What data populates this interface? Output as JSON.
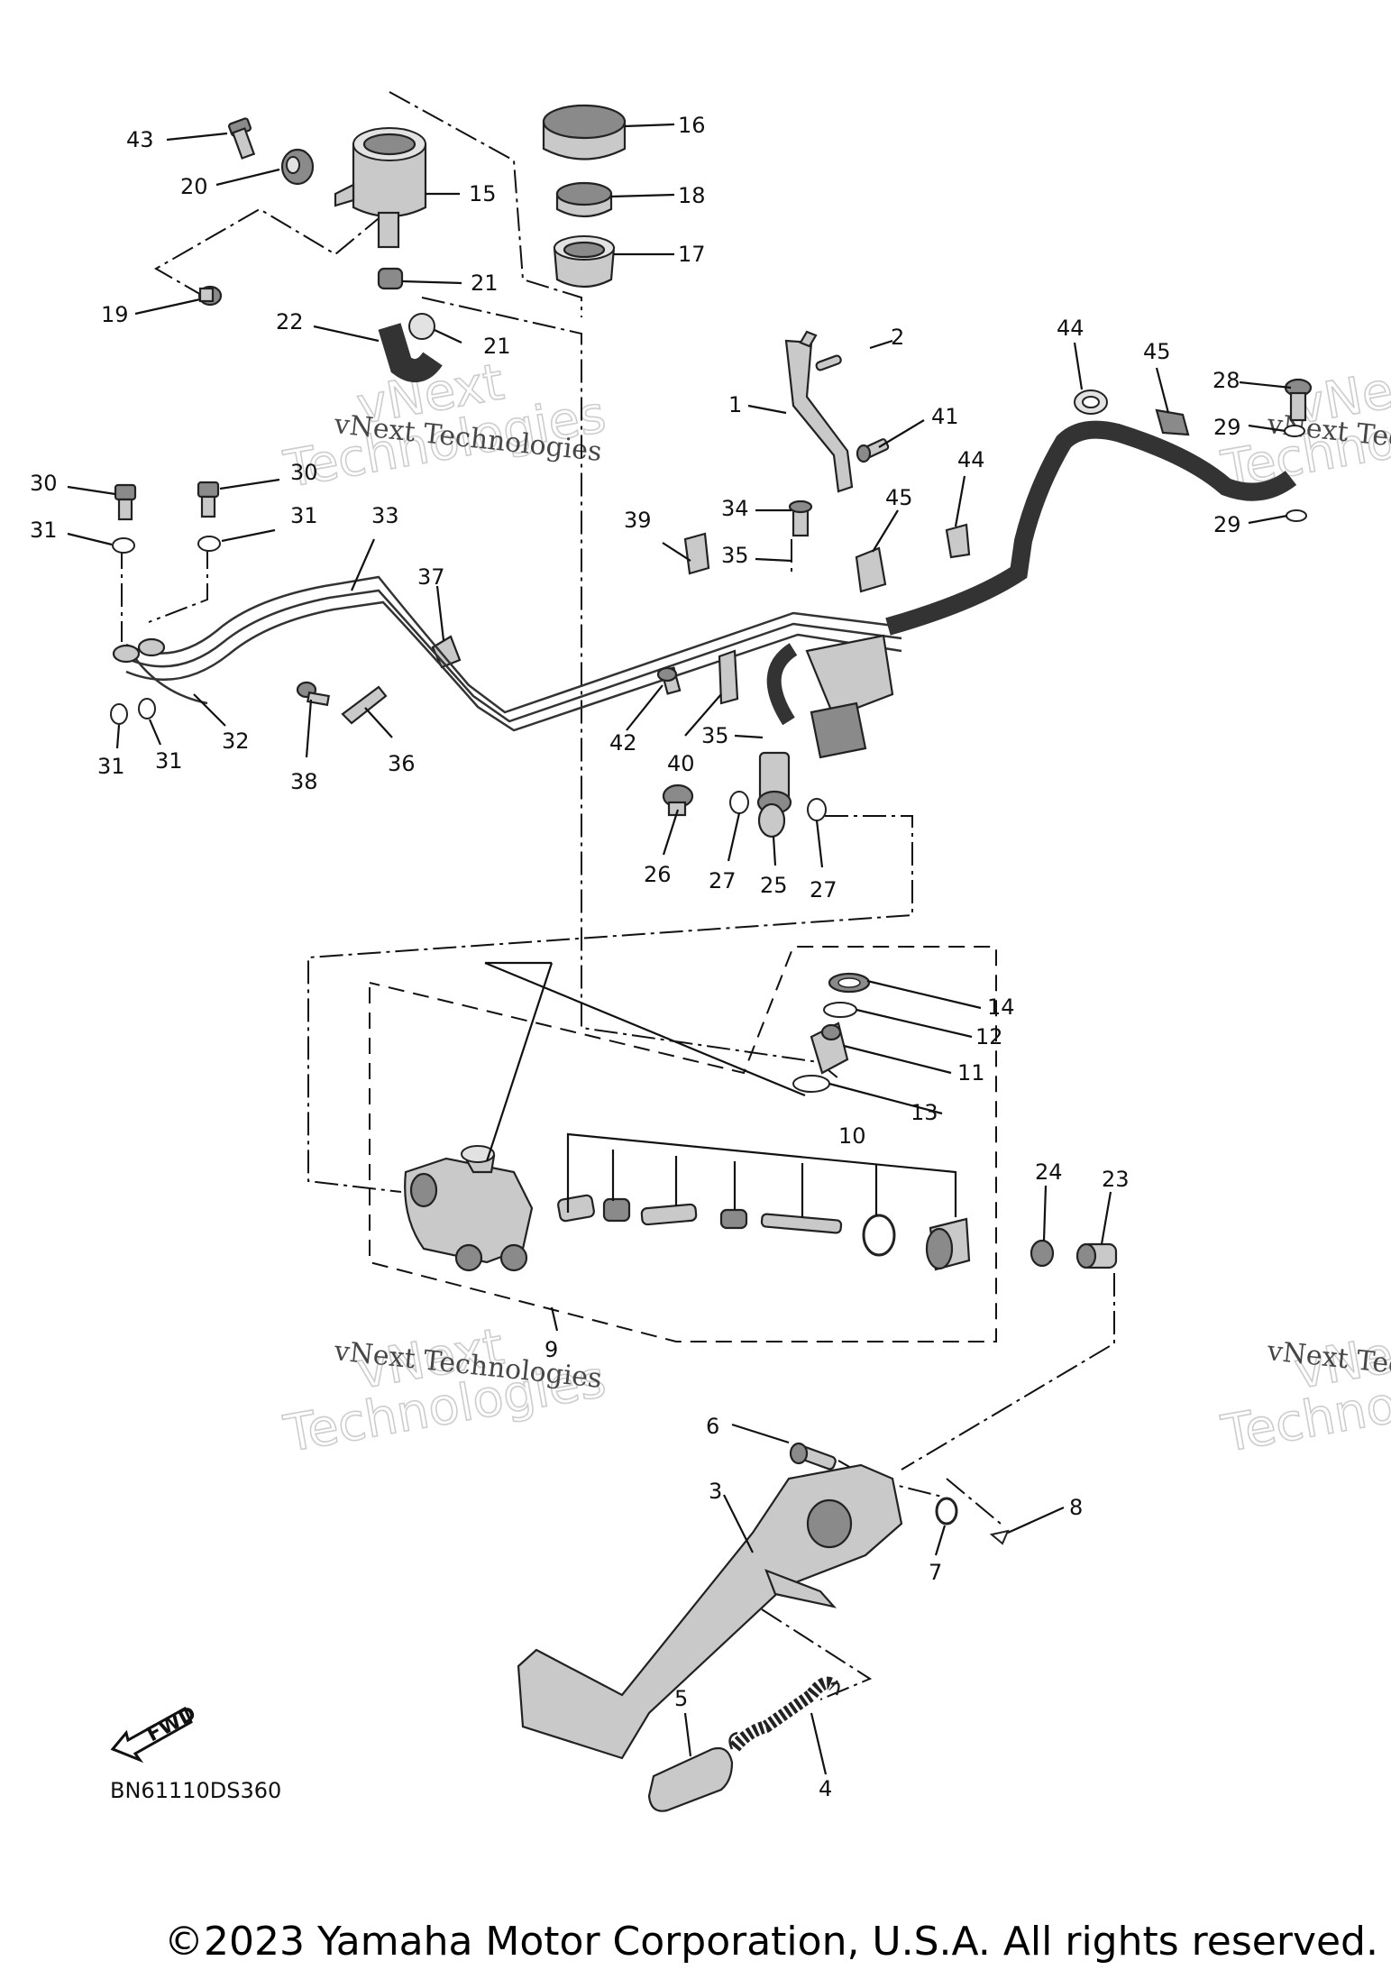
{
  "callouts": [
    "1",
    "2",
    "3",
    "4",
    "5",
    "6",
    "7",
    "8",
    "9",
    "10",
    "11",
    "12",
    "13",
    "14",
    "15",
    "16",
    "17",
    "18",
    "19",
    "20",
    "21",
    "22",
    "23",
    "24",
    "25",
    "26",
    "27",
    "28",
    "29",
    "30",
    "31",
    "32",
    "33",
    "34",
    "35",
    "36",
    "37",
    "38",
    "39",
    "40",
    "41",
    "42",
    "43",
    "44",
    "45"
  ],
  "watermark": {
    "line1": "vNext Technologies",
    "line2a": "vNext",
    "line2b": "Technologies"
  },
  "fwd_label": "FWD",
  "diagram_code": "BN61110DS360",
  "copyright": "©2023 Yamaha Motor Corporation, U.S.A. All rights reserved."
}
